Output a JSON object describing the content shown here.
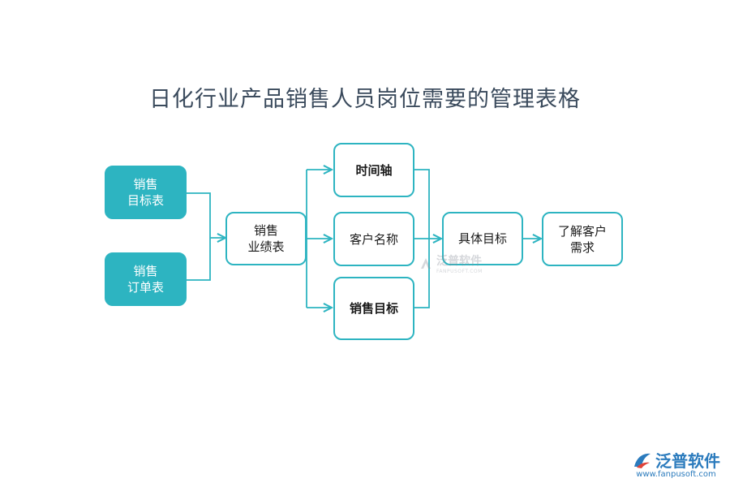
{
  "title": "日化行业产品销售人员岗位需要的管理表格",
  "nodes": {
    "sales_target_table": "销售\n目标表",
    "sales_order_table": "销售\n订单表",
    "sales_performance_table": "销售\n业绩表",
    "timeline": "时间轴",
    "customer_name": "客户名称",
    "sales_target": "销售目标",
    "specific_target": "具体目标",
    "understand_customer_needs": "了解客户\n需求"
  },
  "colors": {
    "accent": "#2db4c1",
    "title_text": "#3a4a5c",
    "brand": "#2b7bbd"
  },
  "watermark": {
    "center_text": "泛普软件",
    "center_sub": "FANPUSOFT.COM"
  },
  "brand": {
    "name": "泛普软件",
    "url": "www.fanpusoft.com",
    "logo_icon": "fanpu-logo-icon"
  }
}
